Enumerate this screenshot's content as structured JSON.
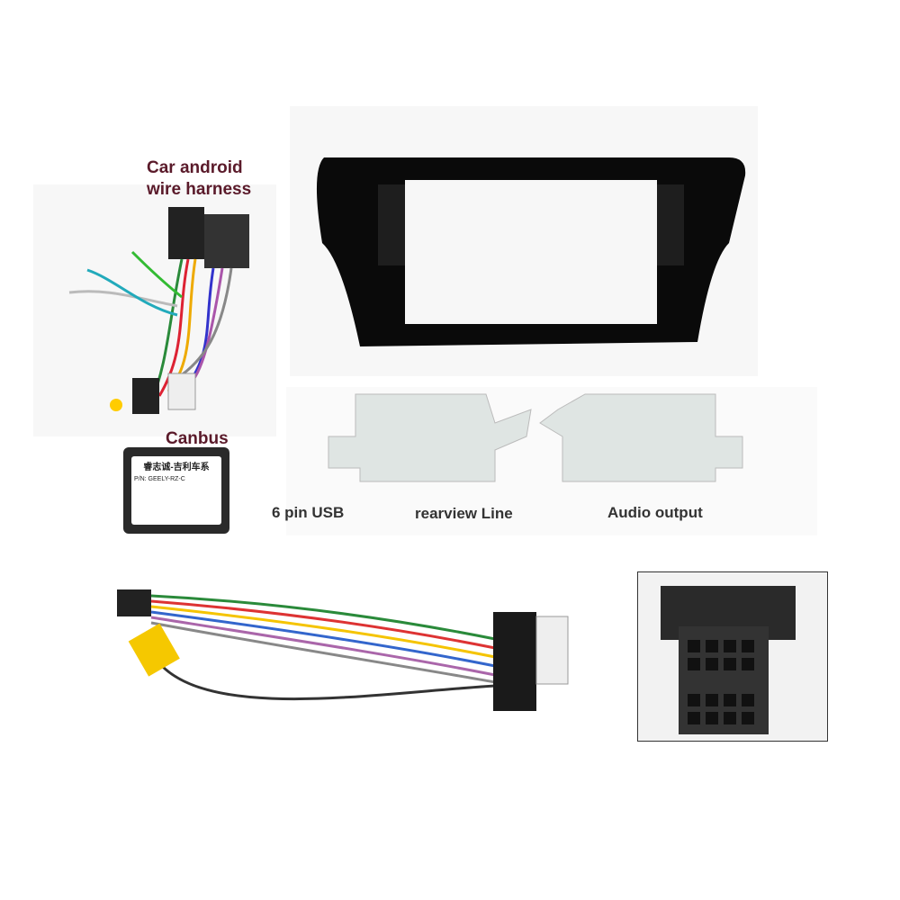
{
  "labels": {
    "wire_harness": "Car android wire harness",
    "canbus": "Canbus",
    "usb": "6 pin USB",
    "rearview": "rearview Line",
    "audio": "Audio output"
  },
  "canbus_box": {
    "title": "睿志诚-吉利车系",
    "part_number": "P/N: GEELY-RZ-C"
  },
  "colors": {
    "label": "#5a1a2a",
    "frame": "#0a0a0a",
    "bracket": "#dfe5e3"
  }
}
